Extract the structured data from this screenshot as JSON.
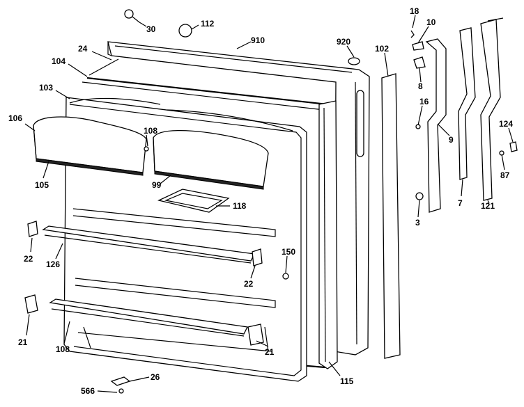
{
  "part_labels": [
    {
      "id": "p30",
      "text": "30"
    },
    {
      "id": "p112",
      "text": "112"
    },
    {
      "id": "p910",
      "text": "910"
    },
    {
      "id": "p920",
      "text": "920"
    },
    {
      "id": "p102",
      "text": "102"
    },
    {
      "id": "p18",
      "text": "18"
    },
    {
      "id": "p10",
      "text": "10"
    },
    {
      "id": "p8",
      "text": "8"
    },
    {
      "id": "p16",
      "text": "16"
    },
    {
      "id": "p9",
      "text": "9"
    },
    {
      "id": "p124",
      "text": "124"
    },
    {
      "id": "p87",
      "text": "87"
    },
    {
      "id": "p7",
      "text": "7"
    },
    {
      "id": "p121",
      "text": "121"
    },
    {
      "id": "p3",
      "text": "3"
    },
    {
      "id": "p24",
      "text": "24"
    },
    {
      "id": "p104",
      "text": "104"
    },
    {
      "id": "p103",
      "text": "103"
    },
    {
      "id": "p106",
      "text": "106"
    },
    {
      "id": "p108a",
      "text": "108"
    },
    {
      "id": "p105",
      "text": "105"
    },
    {
      "id": "p99",
      "text": "99"
    },
    {
      "id": "p118",
      "text": "118"
    },
    {
      "id": "p22a",
      "text": "22"
    },
    {
      "id": "p126",
      "text": "126"
    },
    {
      "id": "p150",
      "text": "150"
    },
    {
      "id": "p22b",
      "text": "22"
    },
    {
      "id": "p21a",
      "text": "21"
    },
    {
      "id": "p108b",
      "text": "108"
    },
    {
      "id": "p21b",
      "text": "21"
    },
    {
      "id": "p115",
      "text": "115"
    },
    {
      "id": "p566",
      "text": "566"
    },
    {
      "id": "p26",
      "text": "26"
    }
  ]
}
